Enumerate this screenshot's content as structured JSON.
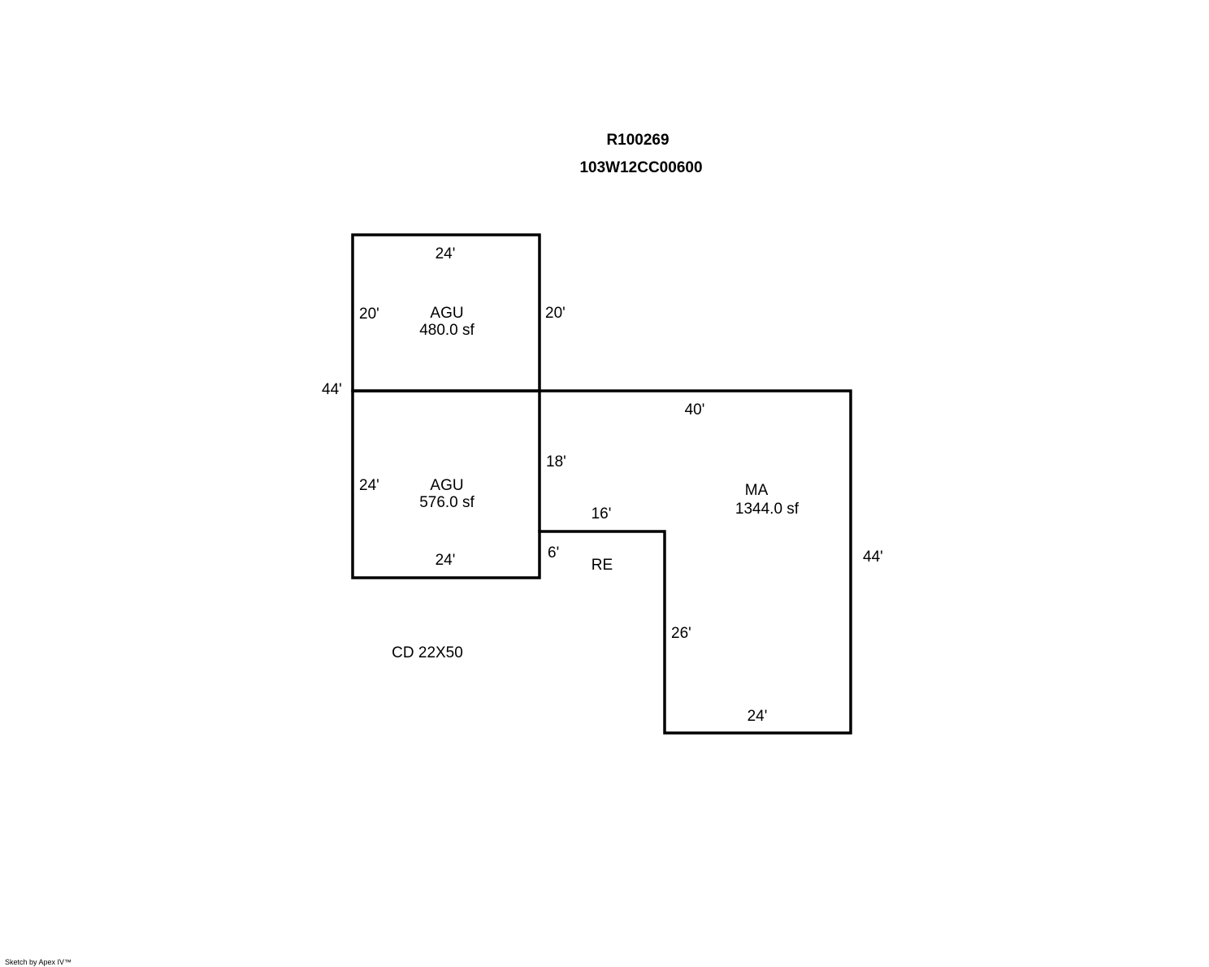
{
  "header": {
    "account_id": "R100269",
    "map_tax_lot": "103W12CC00600"
  },
  "areas": {
    "agu_upper": {
      "code": "AGU",
      "size": "480.0 sf"
    },
    "agu_lower": {
      "code": "AGU",
      "size": "576.0 sf"
    },
    "ma": {
      "code": "MA",
      "size": "1344.0 sf"
    },
    "re": {
      "code": "RE"
    }
  },
  "dimensions": {
    "agu_upper_top": "24'",
    "agu_upper_left": "20'",
    "agu_upper_right": "20'",
    "overall_left": "44'",
    "agu_lower_left": "24'",
    "agu_lower_bottom": "24'",
    "ma_top": "40'",
    "ma_left_upper": "18'",
    "re_top": "16'",
    "re_left": "6'",
    "ma_notch_side": "26'",
    "ma_bottom": "24'",
    "ma_right": "44'"
  },
  "notes": {
    "cd": "CD 22X50"
  },
  "footer": {
    "credit": "Sketch by Apex IV™"
  },
  "colors": {
    "line": "#000000",
    "background": "#ffffff"
  }
}
